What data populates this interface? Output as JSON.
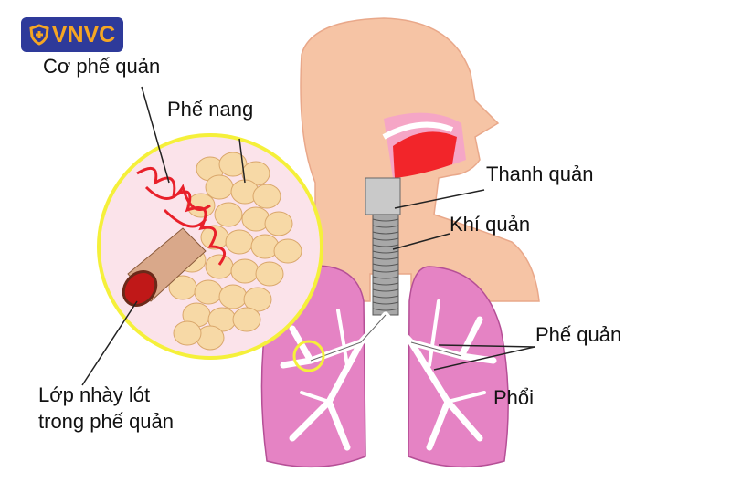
{
  "logo": {
    "text": "VNVC",
    "icon": "shield-plus-icon",
    "bg_color": "#2e3a9a",
    "text_color": "#f5a623"
  },
  "labels": {
    "co_phe_quan": "Cơ phế quản",
    "phe_nang": "Phế nang",
    "thanh_quan": "Thanh quản",
    "khi_quan": "Khí quản",
    "phe_quan": "Phế quản",
    "phoi": "Phổi",
    "lop_nhay_1": "Lớp nhày lót",
    "lop_nhay_2": "trong phế quản"
  },
  "colors": {
    "skin": "#f6c4a5",
    "lung": "#e583c4",
    "mouth": "#f2252a",
    "circle_border": "#f5f03a",
    "alveoli": "#f7d9a6",
    "muscle": "#e8202a",
    "trachea": "#9a9a9a"
  }
}
